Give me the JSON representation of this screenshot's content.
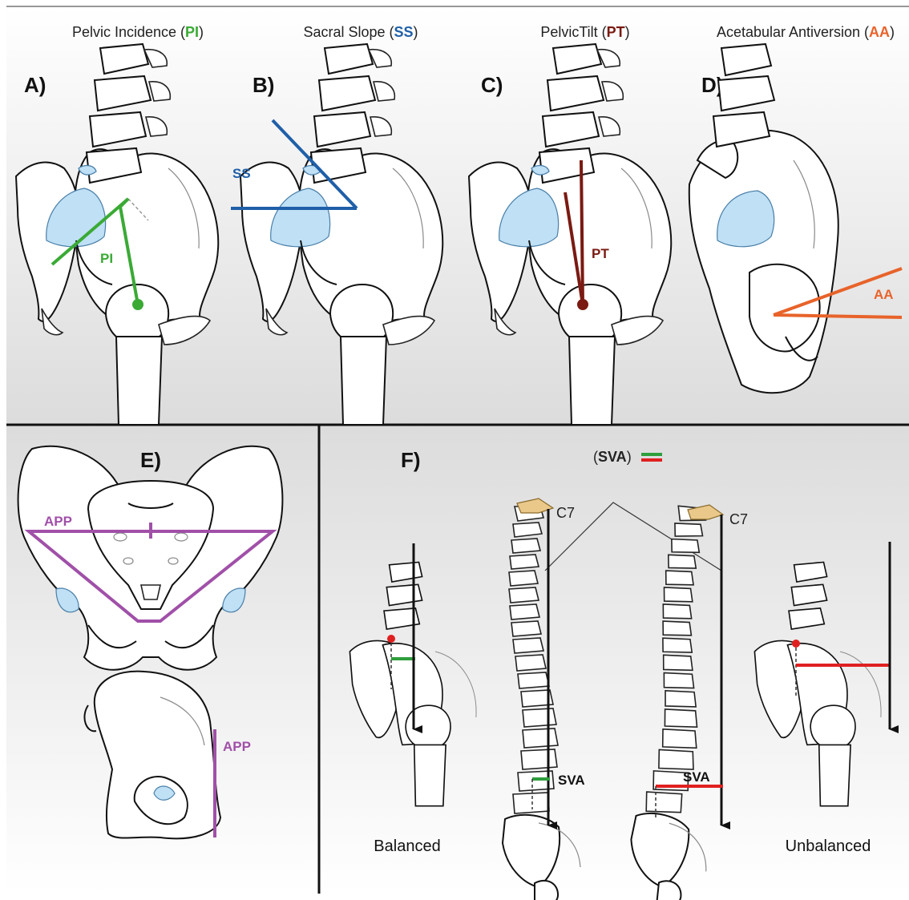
{
  "panels": {
    "a": {
      "letter": "A)",
      "title_prefix": "Pelvic Incidence (",
      "title_abbr": "PI",
      "title_suffix": ")",
      "line_label": "PI"
    },
    "b": {
      "letter": "B)",
      "title_prefix": "Sacral Slope (",
      "title_abbr": "SS",
      "title_suffix": ")",
      "line_label": "SS"
    },
    "c": {
      "letter": "C)",
      "title_prefix": "PelvicTilt (",
      "title_abbr": "PT",
      "title_suffix": ")",
      "line_label": "PT"
    },
    "d": {
      "letter": "D)",
      "title_prefix": "Acetabular Antiversion (",
      "title_abbr": "AA",
      "title_suffix": ")",
      "line_label": "AA"
    },
    "e": {
      "letter": "E)",
      "label_top": "APP",
      "label_bottom": "APP"
    },
    "f": {
      "letter": "F)",
      "legend_prefix": "(",
      "legend_abbr": "SVA",
      "legend_suffix": ")",
      "c7_left": "C7",
      "c7_right": "C7",
      "sva_left": "SVA",
      "sva_right": "SVA",
      "balanced": "Balanced",
      "unbalanced": "Unbalanced"
    }
  },
  "colors": {
    "pi_green": "#3aaa35",
    "ss_blue": "#1f5fa8",
    "pt_darkred": "#7a1a12",
    "aa_orange": "#e8632a",
    "app_purple": "#a050a8",
    "sva_red": "#e02020",
    "sva_green": "#2e9e3c",
    "cartilage_blue": "#bfe0f5",
    "c7_tan": "#e9c88a"
  }
}
